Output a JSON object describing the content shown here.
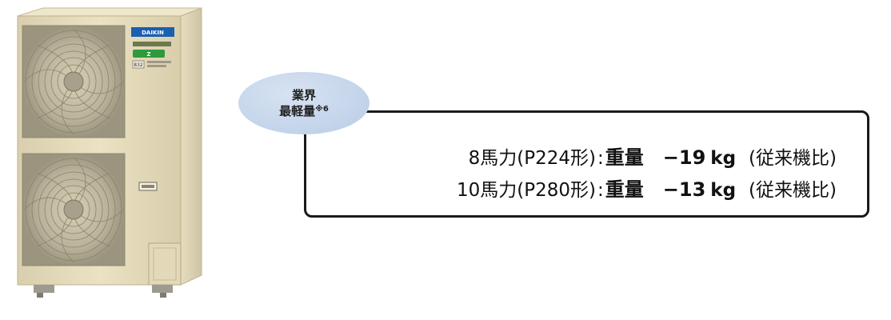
{
  "badge": {
    "line1": "業界",
    "line2": "最軽量",
    "note": "※6"
  },
  "specs": [
    {
      "model": "8馬力(P224形)",
      "separator": ":",
      "item": "重量",
      "value": "−19",
      "unit": "kg",
      "note": "(従来機比)"
    },
    {
      "model": "10馬力(P280形)",
      "separator": ":",
      "item": "重量",
      "value": "−13",
      "unit": "kg",
      "note": "(従来機比)"
    }
  ],
  "product": {
    "brand_logo": "DAIKIN",
    "label": "832"
  },
  "colors": {
    "unit_body": "#e6dcbc",
    "badge_fill": "#c9d8ec",
    "box_border": "#1a1a1a",
    "logo_blue": "#1a5fb0",
    "logo_green": "#2e9a3c"
  }
}
